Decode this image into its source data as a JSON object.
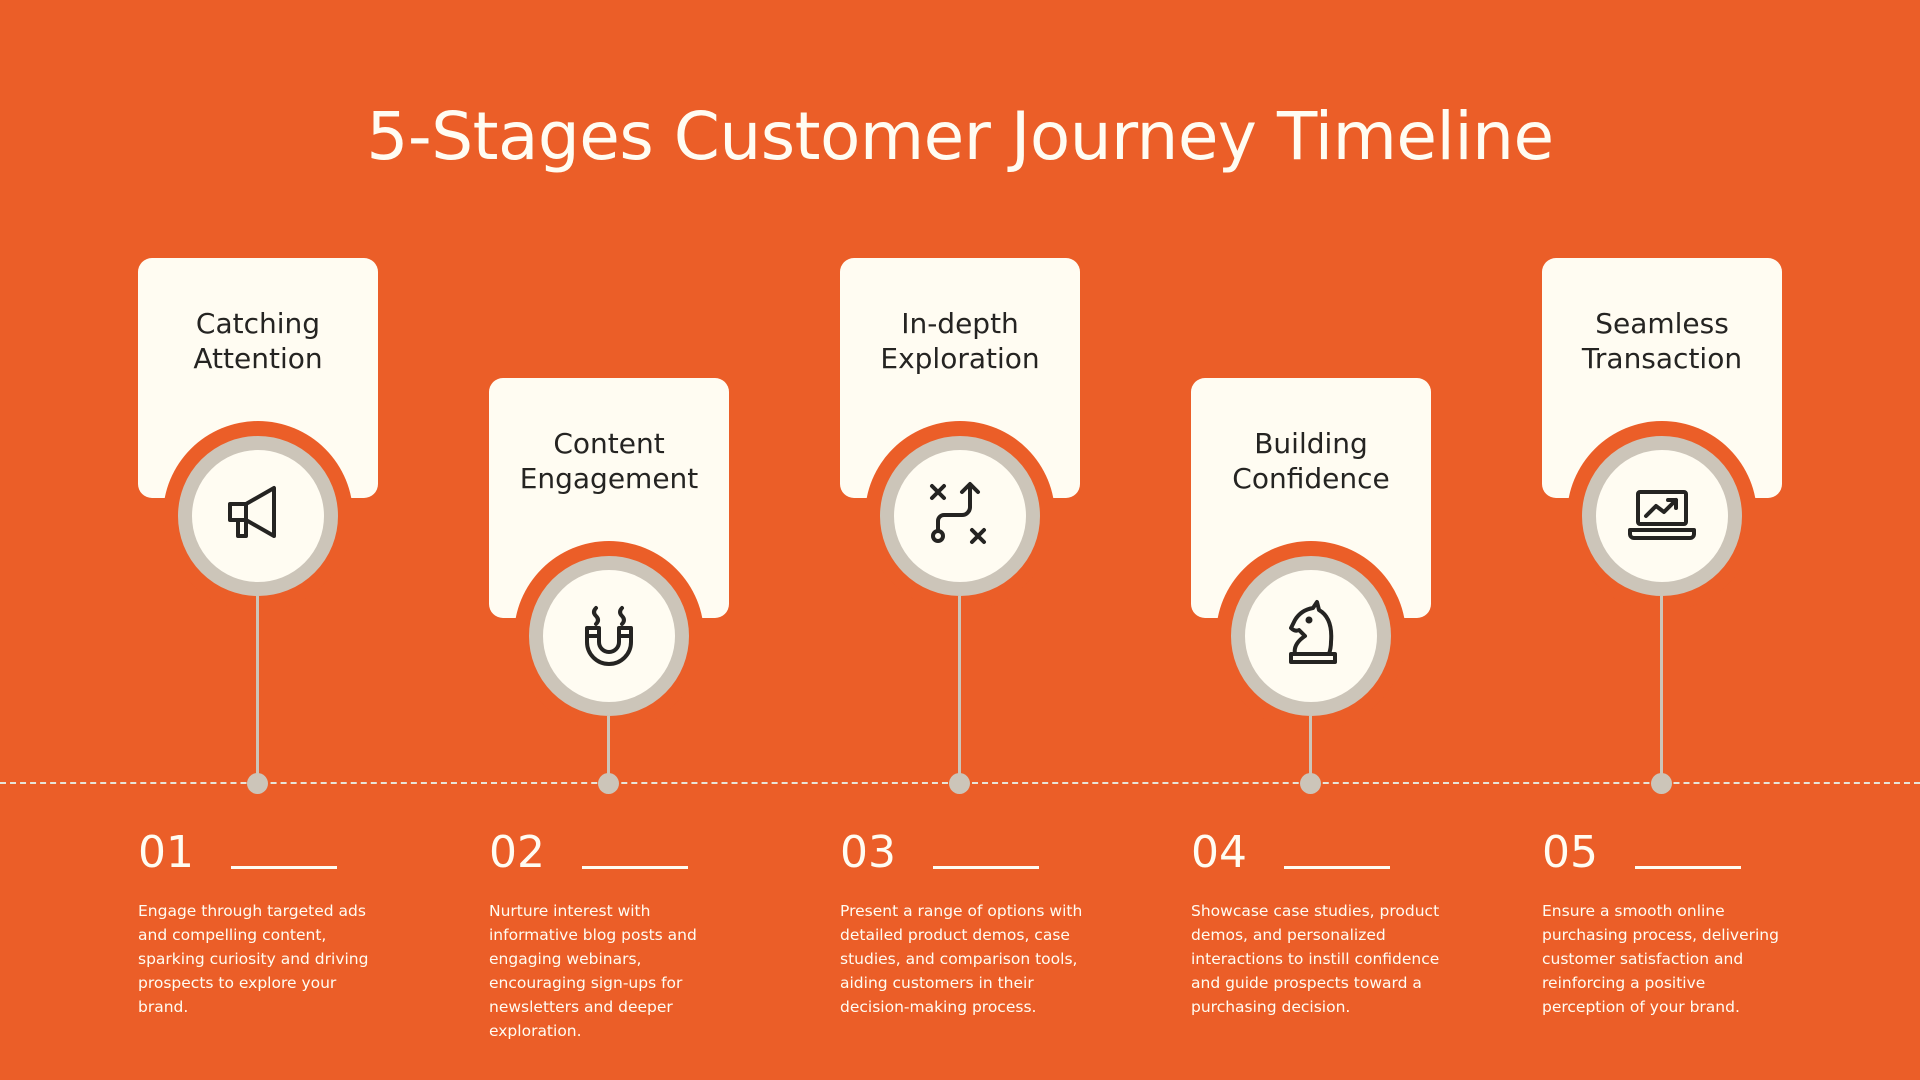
{
  "title": "5-Stages Customer Journey Timeline",
  "colors": {
    "background": "#EB5E28",
    "card": "#FFFCF2",
    "ring": "#CCC5B9",
    "ink": "#252422"
  },
  "stages": [
    {
      "number": "01",
      "title": "Catching\nAttention",
      "icon": "megaphone-icon",
      "description": "Engage through targeted ads and compelling content, sparking curiosity and driving prospects to explore your brand."
    },
    {
      "number": "02",
      "title": "Content\nEngagement",
      "icon": "magnet-icon",
      "description": "Nurture interest with informative blog posts and engaging webinars, encouraging sign-ups for newsletters and deeper exploration."
    },
    {
      "number": "03",
      "title": "In-depth\nExploration",
      "icon": "strategy-path-icon",
      "description": "Present a range of options with detailed product demos, case studies, and comparison tools, aiding customers in their decision-making process."
    },
    {
      "number": "04",
      "title": "Building\nConfidence",
      "icon": "chess-knight-icon",
      "description": "Showcase case studies, product demos, and personalized interactions to instill confidence and guide prospects toward a purchasing decision."
    },
    {
      "number": "05",
      "title": "Seamless\nTransaction",
      "icon": "laptop-growth-icon",
      "description": "Ensure a smooth online purchasing process, delivering customer satisfaction and reinforcing a positive perception of your brand."
    }
  ]
}
